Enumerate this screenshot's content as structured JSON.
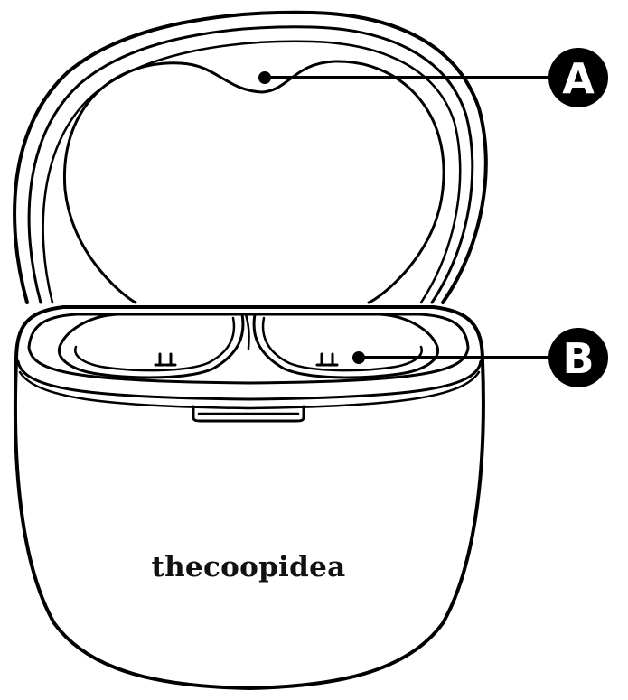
{
  "brand": {
    "text": "thecoopidea"
  },
  "callouts": [
    {
      "id": "A",
      "label": "A"
    },
    {
      "id": "B",
      "label": "B"
    }
  ],
  "colors": {
    "ink": "#000000",
    "background": "#ffffff"
  }
}
